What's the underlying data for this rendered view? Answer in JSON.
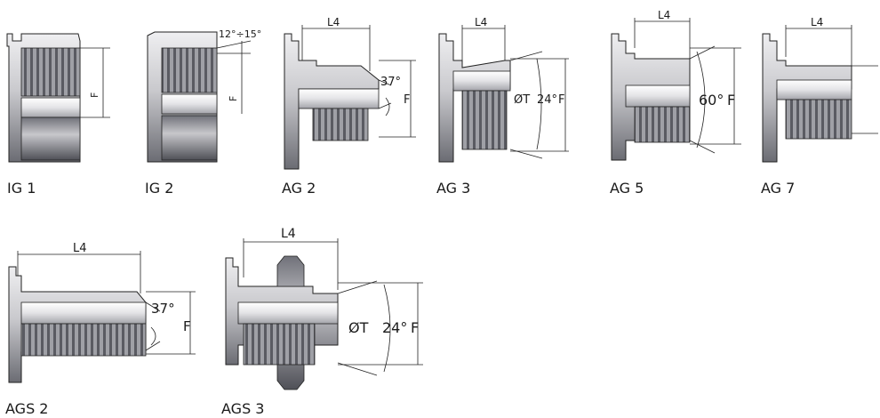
{
  "colors": {
    "metal_light": "#e6e6e8",
    "metal_mid": "#b2b3b8",
    "metal_dark": "#54555c",
    "line": "#222222",
    "caption": "#1a1a1a"
  },
  "fittings": [
    {
      "caption": "IG 1",
      "labels": {
        "F": "F"
      }
    },
    {
      "caption": "IG 2",
      "labels": {
        "angle": "12°÷15°",
        "F": "F"
      }
    },
    {
      "caption": "AG 2",
      "labels": {
        "L4": "L4",
        "angle": "37°",
        "F": "F"
      }
    },
    {
      "caption": "AG 3",
      "labels": {
        "L4": "L4",
        "T": "ØT",
        "angle": "24°",
        "F": "F"
      }
    },
    {
      "caption": "AG 5",
      "labels": {
        "L4": "L4",
        "angle": "60°",
        "F": "F"
      }
    },
    {
      "caption": "AG 7",
      "labels": {
        "L4": "L4"
      }
    },
    {
      "caption": "AGS 2",
      "labels": {
        "L4": "L4",
        "angle": "37°",
        "F": "F"
      }
    },
    {
      "caption": "AGS 3",
      "labels": {
        "L4": "L4",
        "T": "ØT",
        "angle": "24°",
        "F": "F"
      }
    }
  ]
}
